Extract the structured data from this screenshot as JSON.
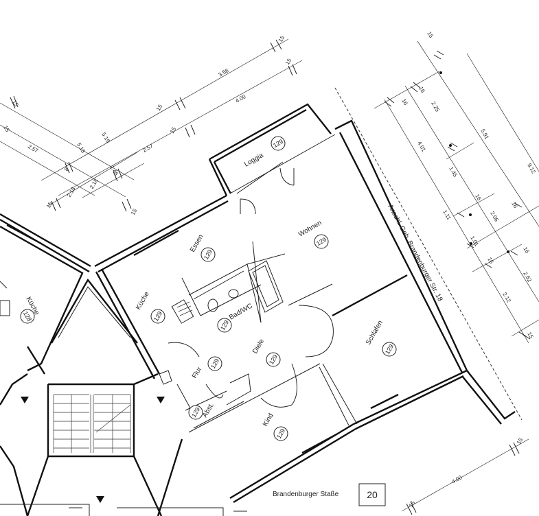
{
  "rooms": [
    {
      "key": "loggia",
      "name": "Loggia",
      "number": "129"
    },
    {
      "key": "wohnen",
      "name": "Wohnen",
      "number": "129"
    },
    {
      "key": "essen",
      "name": "Essen",
      "number": "129"
    },
    {
      "key": "kueche",
      "name": "Küche",
      "number": "129"
    },
    {
      "key": "badwc",
      "name": "Bad/WC",
      "number": "129"
    },
    {
      "key": "diele",
      "name": "Diele",
      "number": "129"
    },
    {
      "key": "flur",
      "name": "Flur",
      "number": "129"
    },
    {
      "key": "schlafen",
      "name": "Schlafen",
      "number": "129"
    },
    {
      "key": "abst",
      "name": "Abst.",
      "number": "129"
    },
    {
      "key": "kind",
      "name": "Kind",
      "number": "129"
    },
    {
      "key": "kueche_left",
      "name": "Küche",
      "number": "128"
    }
  ],
  "street_note": "Anschl. Geb. Brandenburger Str. 18",
  "address": {
    "street": "Brandenburger Staße",
    "number": "20"
  },
  "dimensions_top": [
    "15",
    "3.58",
    "15",
    "4.00",
    "15",
    "5.15",
    "5.15",
    "2.57",
    "2.57",
    "15",
    "2.18",
    "2.18",
    "15",
    "15",
    "8",
    "1.45",
    "15",
    "15"
  ],
  "dimensions_right": [
    "15",
    "2.25",
    "4.01",
    "1.45",
    "16",
    "1.11",
    "1.01",
    "16",
    "2.06",
    "16",
    "2.52",
    "16",
    "2.12",
    "16",
    "5.91",
    "9.12",
    "16",
    "15"
  ],
  "dimensions_bottom": [
    "15",
    "4.00",
    "15"
  ]
}
